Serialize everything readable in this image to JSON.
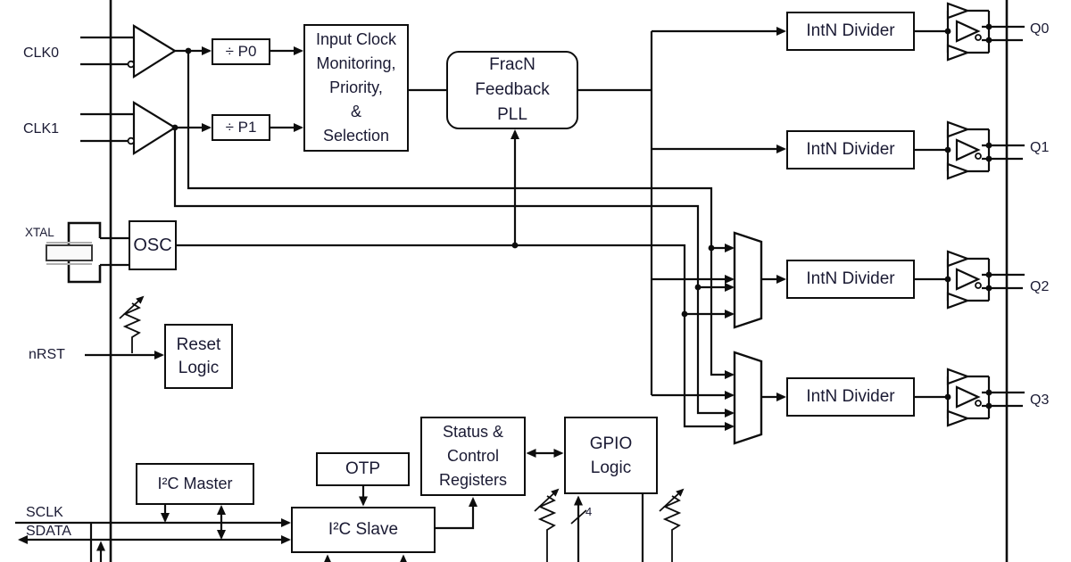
{
  "diagram": {
    "pins": {
      "clk0": "CLK0",
      "clk1": "CLK1",
      "xtal": "XTAL",
      "nrst": "nRST",
      "sclk": "SCLK",
      "sdata": "SDATA",
      "q0": "Q0",
      "q1": "Q1",
      "q2": "Q2",
      "q3": "Q3"
    },
    "blocks": {
      "p0_divider": "÷ P0",
      "p1_divider": "÷ P1",
      "input_clock_monitor": "Input Clock\nMonitoring,\nPriority,\n&\nSelection",
      "fracn_pll": "FracN\nFeedback\nPLL",
      "osc": "OSC",
      "reset_logic": "Reset\nLogic",
      "i2c_master": "I²C Master",
      "otp": "OTP",
      "i2c_slave": "I²C Slave",
      "status_control_registers": "Status &\nControl\nRegisters",
      "gpio_logic": "GPIO\nLogic",
      "intn_divider": "IntN Divider"
    },
    "annotations": {
      "gpio_bus_width": "4"
    },
    "colors": {
      "line": "#0d0d0d",
      "text": "#1a1a33",
      "background": "#ffffff"
    }
  }
}
